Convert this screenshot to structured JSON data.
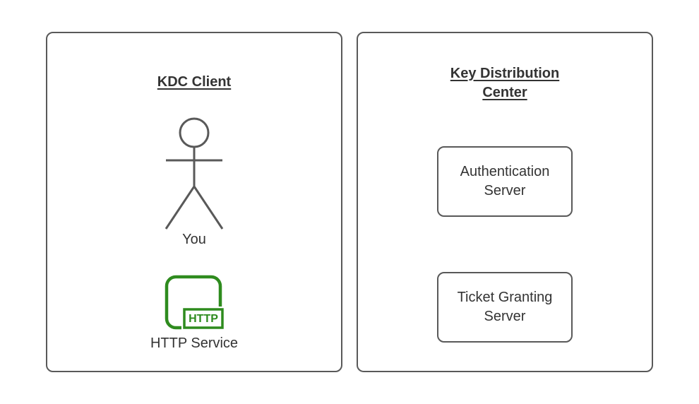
{
  "diagram": {
    "colors": {
      "panel_border": "#595959",
      "shape_border": "#595959",
      "text": "#333333",
      "service_green": "#2e8b1e",
      "background": "#ffffff"
    },
    "kdc_client": {
      "title": "KDC Client",
      "actor_label": "You",
      "http_service": {
        "icon_text": "HTTP",
        "label": "HTTP Service"
      }
    },
    "key_distribution_center": {
      "title_line1": "Key Distribution",
      "title_line2": "Center",
      "servers": [
        {
          "line1": "Authentication",
          "line2": "Server"
        },
        {
          "line1": "Ticket Granting",
          "line2": "Server"
        }
      ]
    }
  }
}
